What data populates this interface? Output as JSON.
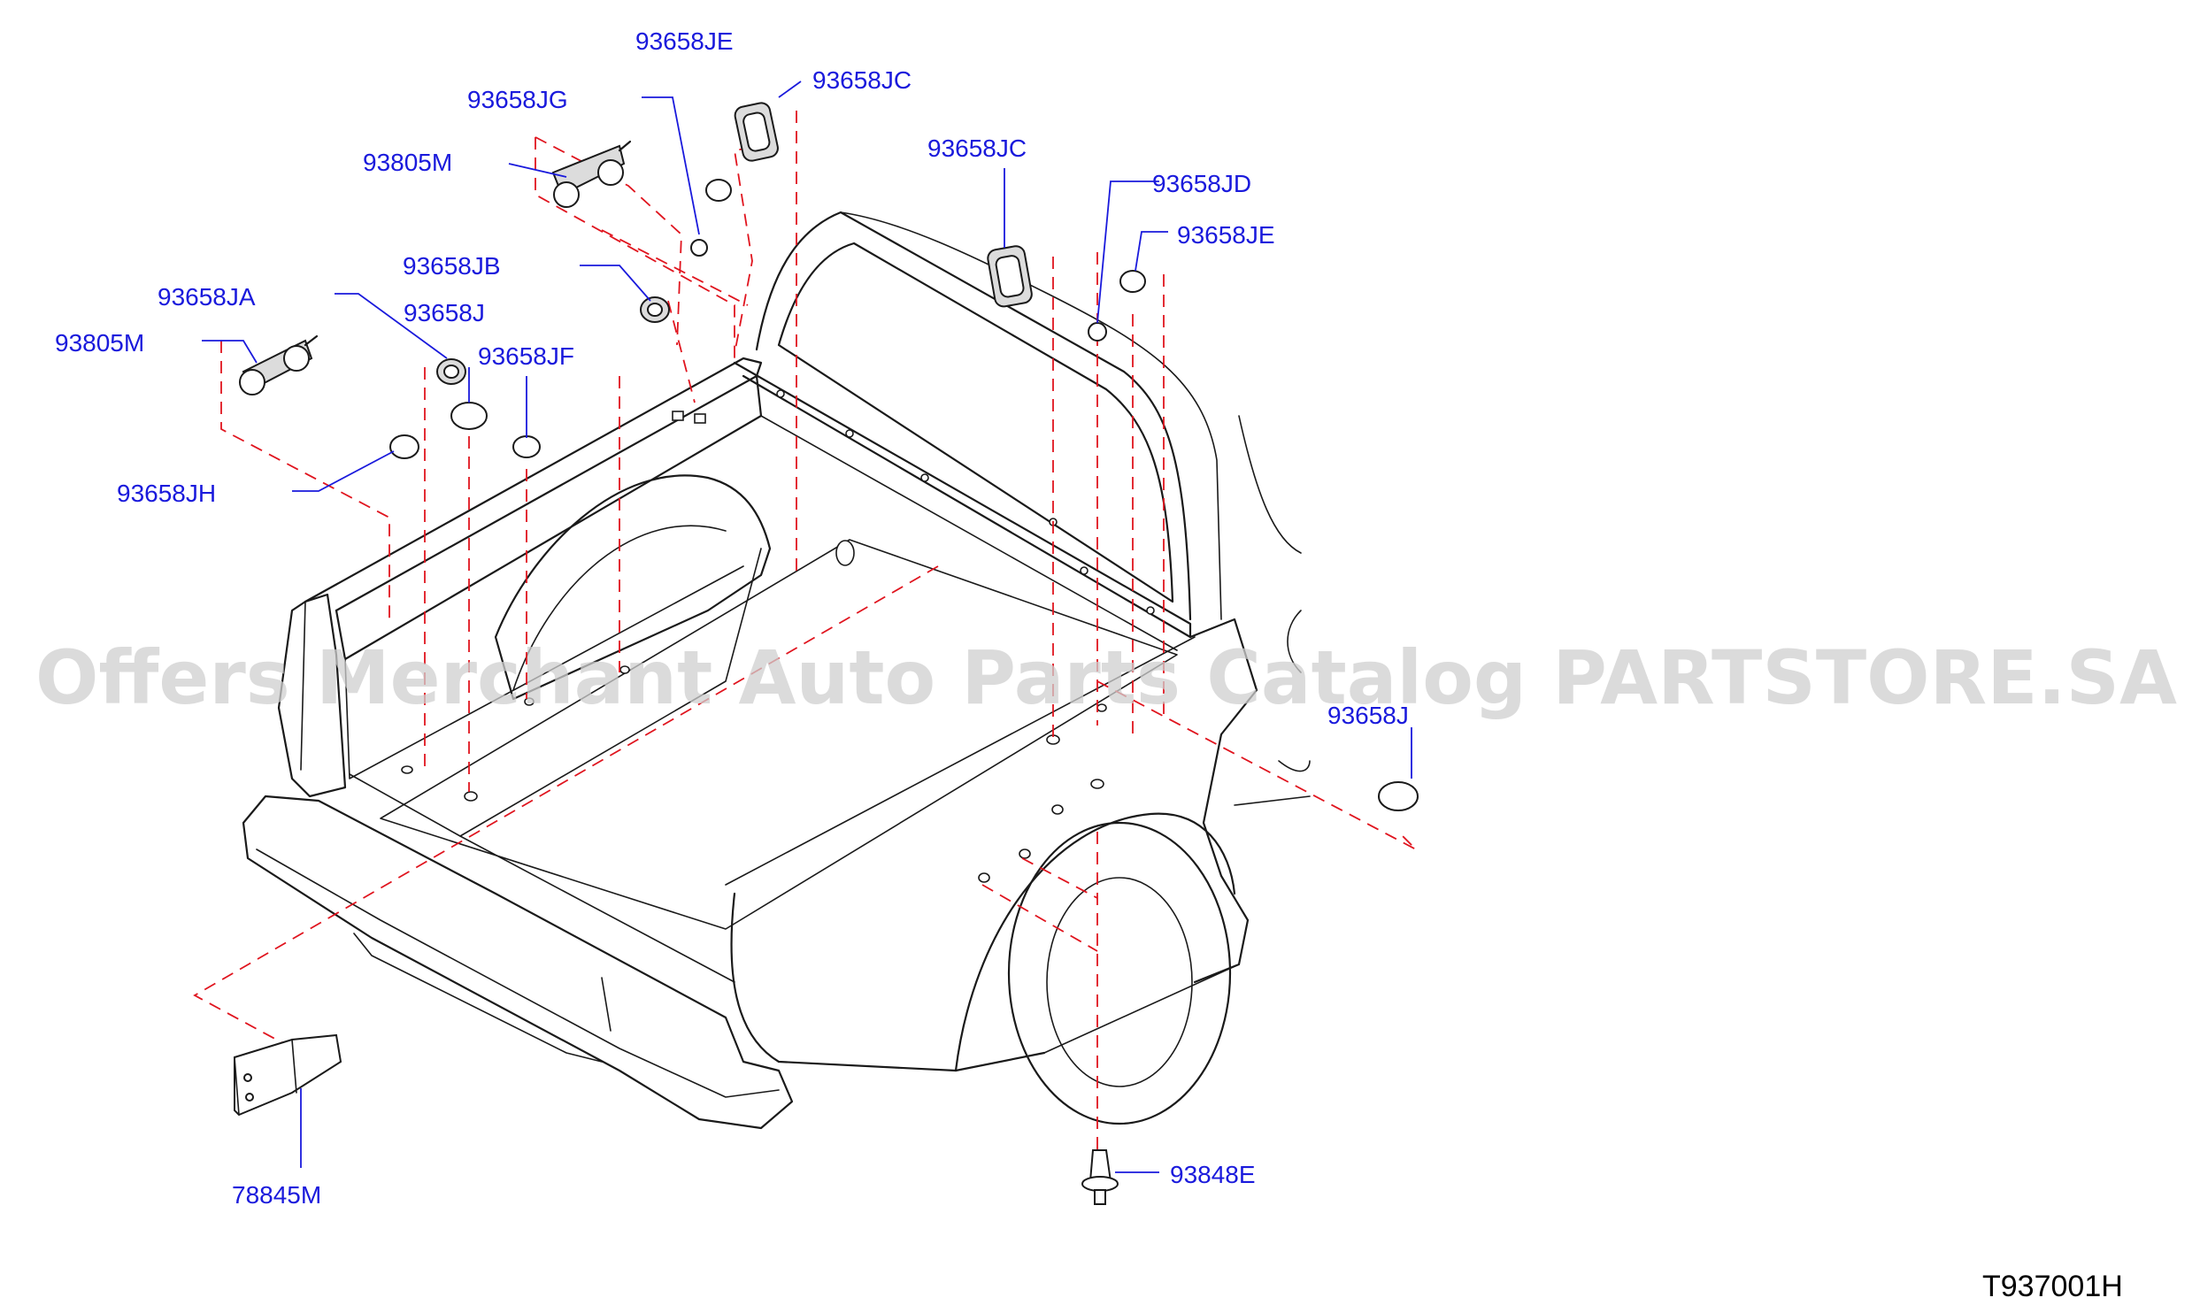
{
  "diagram": {
    "watermark": "Offers Merchant Auto Parts Catalog PARTSTORE.SA",
    "figure_code": "T937001H",
    "labels": {
      "jg_top": "93658JG",
      "je_top": "93658JE",
      "jc_top": "93658JC",
      "m_top": "93805M",
      "jb": "93658JB",
      "ja": "93658JA",
      "j_upper": "93658J",
      "m_left": "93805M",
      "jf": "93658JF",
      "jh": "93658JH",
      "jc_mid": "93658JC",
      "jd": "93658JD",
      "je_right": "93658JE",
      "j_right": "93658J",
      "m78845": "78845M",
      "e93848": "93848E"
    }
  }
}
